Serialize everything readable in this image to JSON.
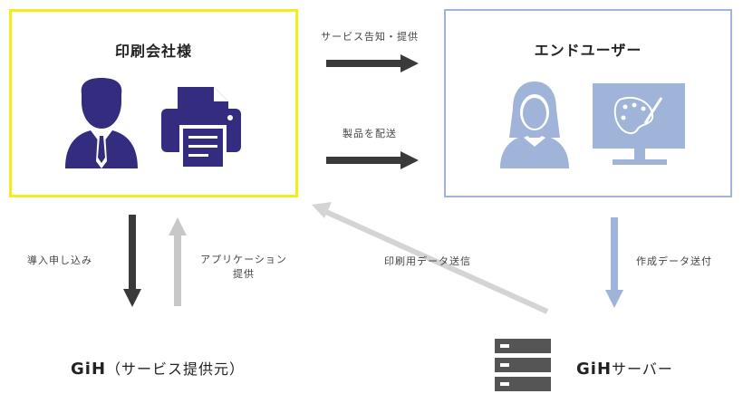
{
  "colors": {
    "printer_box_border": "#f2ee1a",
    "user_box_border": "#9fb4d8",
    "printer_icon": "#342c7e",
    "user_icon": "#9fb4d8",
    "dark_arrow": "#3a3a3a",
    "light_arrow": "#c8c8c8",
    "blue_arrow": "#9fb4d8",
    "server_icon": "#555555"
  },
  "printer_company": {
    "title": "印刷会社様",
    "icons": [
      "business-person-icon",
      "printer-icon"
    ]
  },
  "end_user": {
    "title": "エンドユーザー",
    "icons": [
      "woman-user-icon",
      "monitor-paint-icon"
    ]
  },
  "arrows": {
    "service_notice": "サービス告知・提供",
    "deliver_product": "製品を配送",
    "apply_intro": "導入申し込み",
    "app_provide_line1": "アプリケーション",
    "app_provide_line2": "提供",
    "print_data_send": "印刷用データ送信",
    "create_data_send": "作成データ送付"
  },
  "gih_provider": {
    "brand": "GiH",
    "suffix": "（サービス提供元）"
  },
  "gih_server": {
    "brand": "GiH",
    "suffix": "サーバー",
    "icon": "server-icon"
  }
}
